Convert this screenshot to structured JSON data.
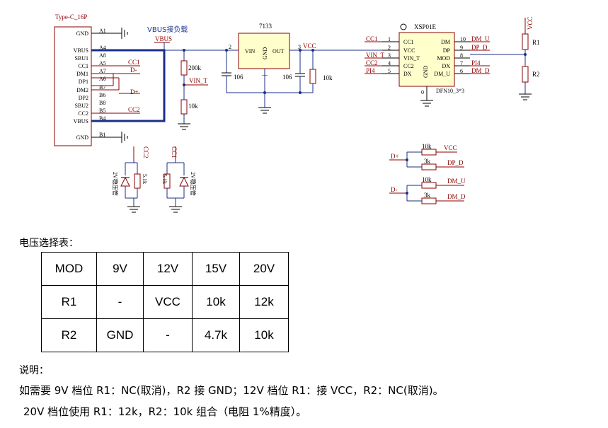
{
  "schematic": {
    "connector": {
      "title": "Type-C_16P",
      "left_pins": [
        "GND",
        "VBUS",
        "SBU1",
        "CC1",
        "DM1",
        "DP1",
        "DM2",
        "DP2",
        "SBU2",
        "CC2",
        "VBUS",
        "GND"
      ],
      "pin_numbers": [
        "A1",
        "A4",
        "A8",
        "A5",
        "A7",
        "A6",
        "B7",
        "B6",
        "B8",
        "B5",
        "B4",
        "B1"
      ],
      "net_labels": {
        "cc1": "CC1",
        "dminus": "D-",
        "dplus": "D+",
        "cc2": "CC2"
      }
    },
    "vbus_note": "VBUS接负载",
    "vbus_label": "VBUS",
    "r_200k": "200k",
    "vin_t": "VIN_T",
    "r_10k_a": "10k",
    "regulator": {
      "name": "7133",
      "vin": "VIN",
      "gnd": "GND",
      "out": "OUT",
      "pin_in": "2",
      "pin_out": "3"
    },
    "cap_106_a": "106",
    "cap_106_b": "106",
    "vcc_label": "VCC",
    "r_10k_b": "10k",
    "chip": {
      "name": "XSP01E",
      "package": "DFN10_3*3",
      "left_nets": [
        "CC1",
        "VIN_T",
        "CC2",
        "PI4"
      ],
      "left_nums": [
        "1",
        "2",
        "3",
        "4",
        "5"
      ],
      "left_pins": [
        "CC1",
        "VCC",
        "VIN_T",
        "CC2",
        "DX"
      ],
      "right_pins": [
        "DM",
        "DP",
        "MOD",
        "DX",
        "DM_U"
      ],
      "right_nums": [
        "10",
        "9",
        "8",
        "7",
        "6"
      ],
      "right_nets": [
        "DM_U",
        "DP_D",
        "PI4",
        "DM_D"
      ],
      "gnd": "GND",
      "pad": "0"
    },
    "divider": {
      "vcc": "VCC",
      "r1": "R1",
      "r2": "R2"
    },
    "cc_circuits": {
      "cc2": "CC2",
      "cc1": "CC1",
      "zener": "2V稳压管",
      "res": "5.1k"
    },
    "data_switch": {
      "dplus": "D+",
      "dminus": "D-",
      "r_top1": "10k",
      "net_top1": "VCC",
      "r_top2": "3k",
      "net_top2": "DP_D",
      "r_bot1": "10k",
      "net_bot1": "DM_U",
      "r_bot2": "3k",
      "net_bot2": "DM_D"
    }
  },
  "table_title": "电压选择表：",
  "table": {
    "header": [
      "MOD",
      "9V",
      "12V",
      "15V",
      "20V"
    ],
    "rows": [
      [
        "R1",
        "-",
        "VCC",
        "10k",
        "12k"
      ],
      [
        "R2",
        "GND",
        "-",
        "4.7k",
        "10k"
      ]
    ]
  },
  "notes_title": "说明：",
  "notes": [
    "如需要 9V 档位 R1：NC(取消)，R2 接 GND；12V 档位 R1：接 VCC，R2：NC(取消)。",
    "20V 档位使用 R1：12k，R2：10k 组合（电阻 1%精度）。"
  ]
}
